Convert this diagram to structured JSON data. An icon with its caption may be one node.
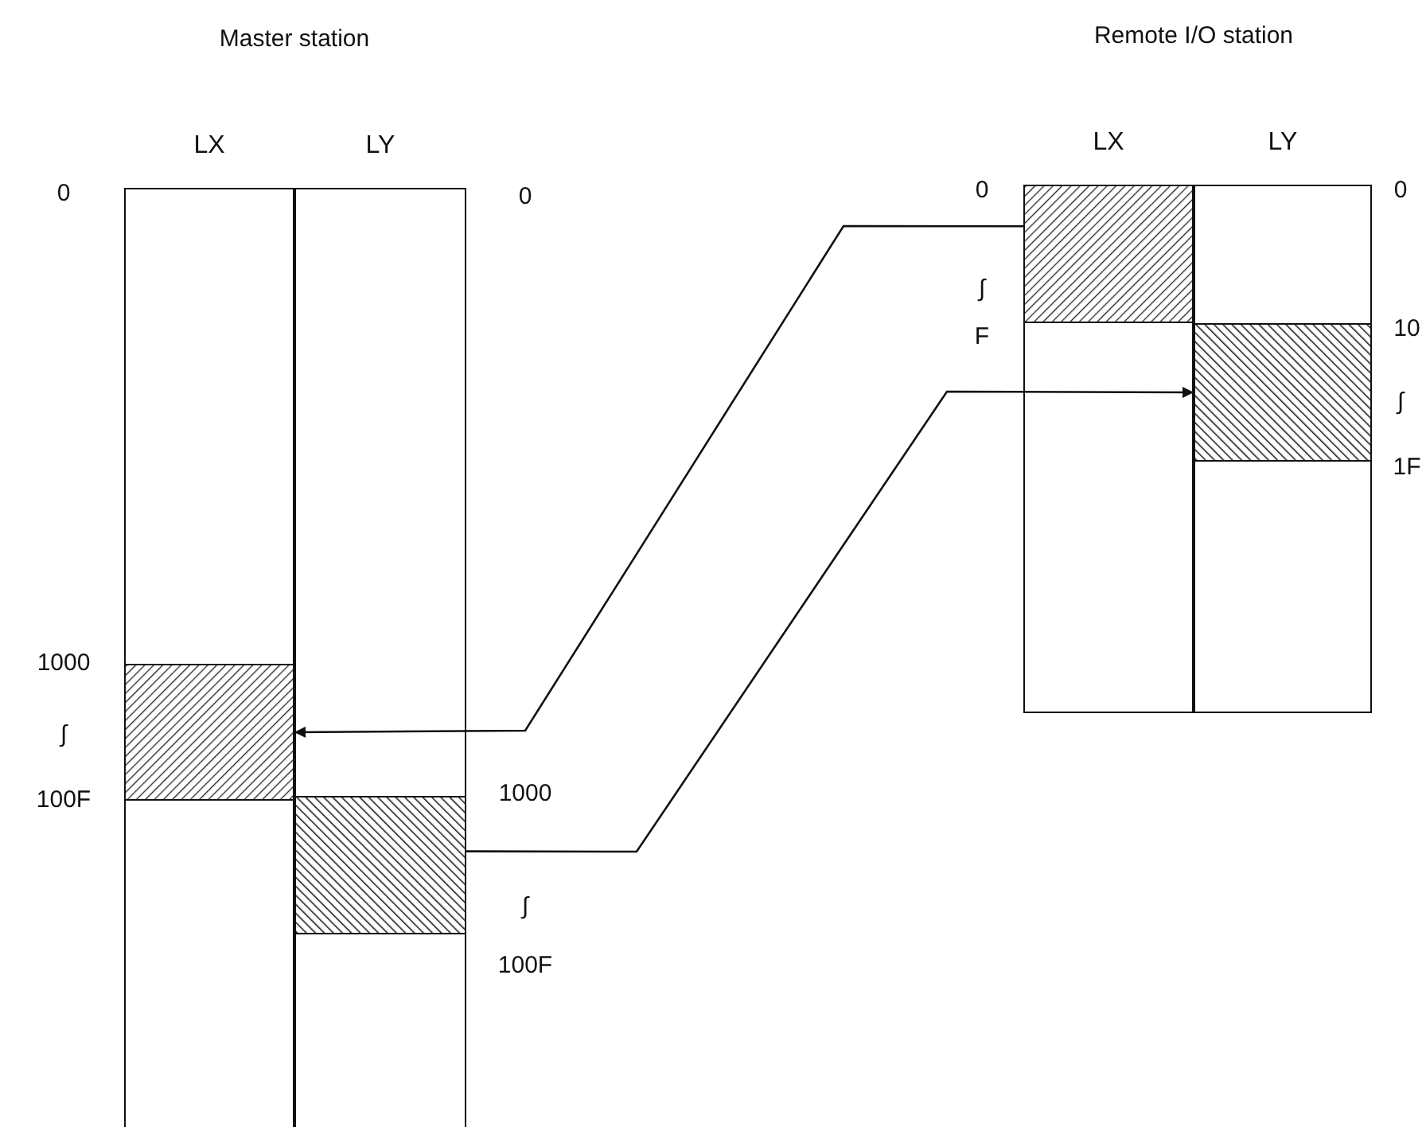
{
  "diagram": {
    "nodes": [
      {
        "text": [
          "LX"
        ]
      },
      {
        "text": [
          "LY"
        ]
      },
      {
        "text": [],
        "shape": "box",
        "in": 0
      },
      {
        "text": [],
        "shape": "box",
        "in": 1
      },
      {
        "text": [
          "LX"
        ]
      },
      {
        "text": [
          "LY"
        ]
      },
      {
        "text": [],
        "shape": "box",
        "in": 4
      },
      {
        "text": [],
        "shape": "box",
        "in": 5
      }
    ],
    "edges": [
      {
        "from": 6,
        "to": 2,
        "arrow": "to"
      },
      {
        "from": 3,
        "to": 7,
        "arrow": "to"
      }
    ],
    "labels": [
      "Master station",
      "Remote I/O station",
      "0",
      "0",
      "0",
      "∫",
      "F",
      "0",
      "10",
      "∫",
      "1F",
      "1000",
      "∫",
      "100F",
      "1000",
      "∫",
      "100F"
    ]
  }
}
